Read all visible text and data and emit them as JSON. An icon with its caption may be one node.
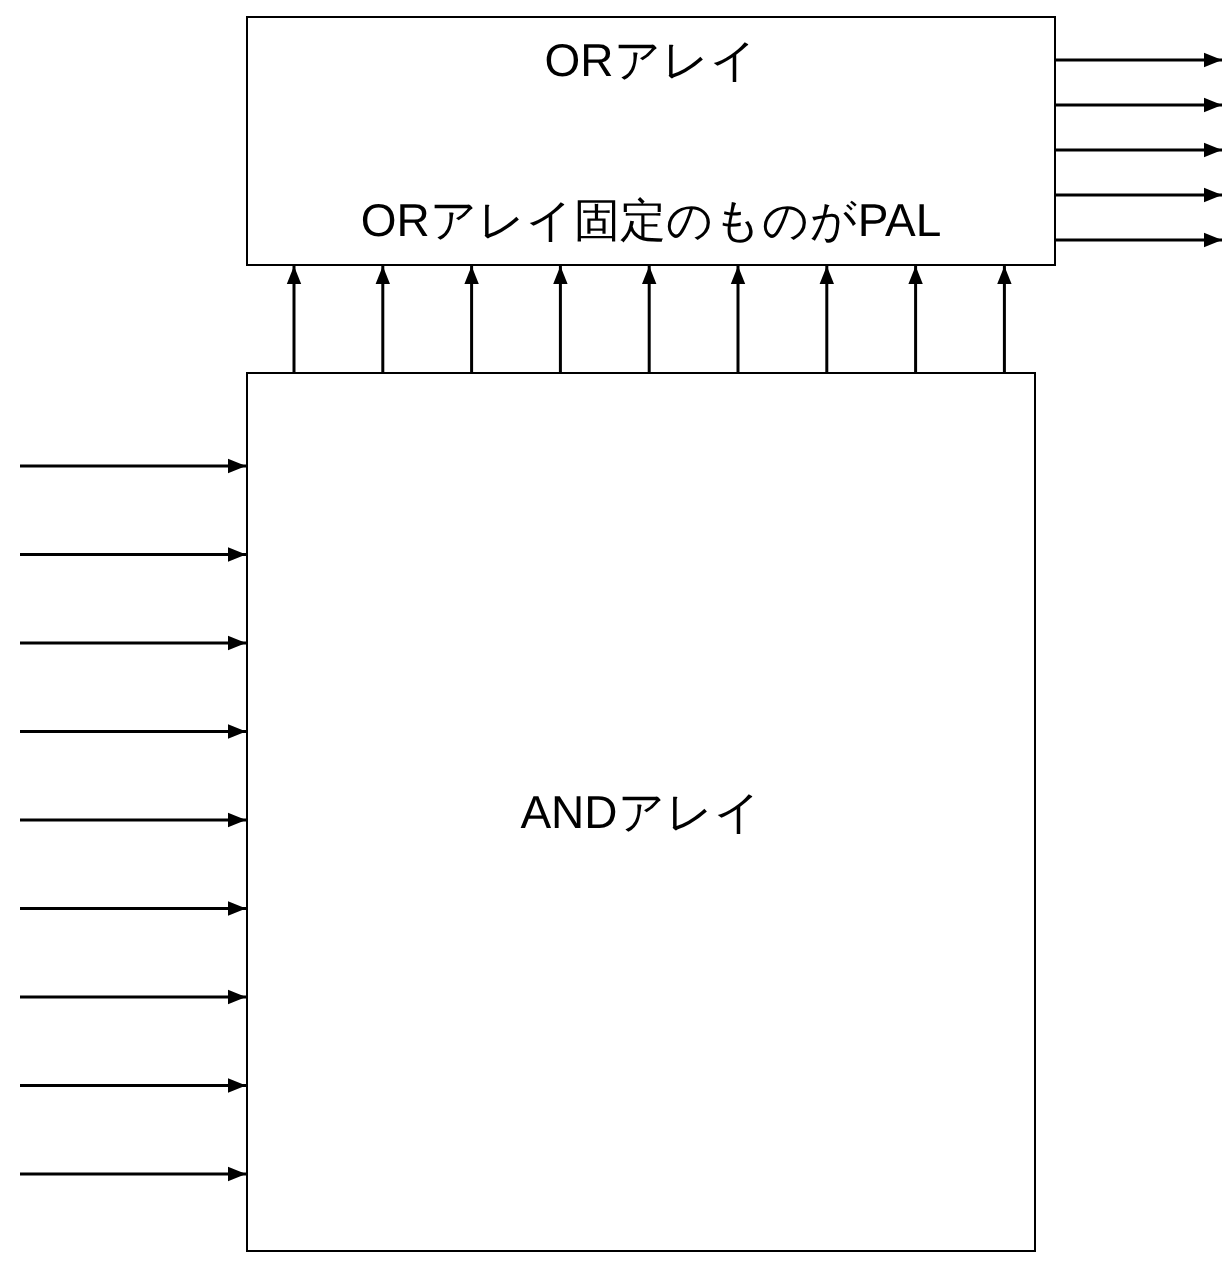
{
  "diagram": {
    "nodes": [
      {
        "text": [
          "ORアレイ",
          "ORアレイ固定のものがPAL"
        ]
      },
      {
        "text": [
          "ANDアレイ"
        ]
      }
    ],
    "edges": [
      {
        "from": 1,
        "to": 0,
        "arrow": "to"
      },
      {
        "from": 1,
        "to": 0,
        "arrow": "to"
      },
      {
        "from": 1,
        "to": 0,
        "arrow": "to"
      },
      {
        "from": 1,
        "to": 0,
        "arrow": "to"
      },
      {
        "from": 1,
        "to": 0,
        "arrow": "to"
      },
      {
        "from": 1,
        "to": 0,
        "arrow": "to"
      },
      {
        "from": 1,
        "to": 0,
        "arrow": "to"
      },
      {
        "from": 1,
        "to": 0,
        "arrow": "to"
      },
      {
        "from": 1,
        "to": 0,
        "arrow": "to"
      },
      {
        "from": null,
        "to": 1,
        "arrow": "to"
      },
      {
        "from": null,
        "to": 1,
        "arrow": "to"
      },
      {
        "from": null,
        "to": 1,
        "arrow": "to"
      },
      {
        "from": null,
        "to": 1,
        "arrow": "to"
      },
      {
        "from": null,
        "to": 1,
        "arrow": "to"
      },
      {
        "from": null,
        "to": 1,
        "arrow": "to"
      },
      {
        "from": null,
        "to": 1,
        "arrow": "to"
      },
      {
        "from": null,
        "to": 1,
        "arrow": "to"
      },
      {
        "from": null,
        "to": 1,
        "arrow": "to"
      },
      {
        "from": 0,
        "to": null,
        "arrow": "to"
      },
      {
        "from": 0,
        "to": null,
        "arrow": "to"
      },
      {
        "from": 0,
        "to": null,
        "arrow": "to"
      },
      {
        "from": 0,
        "to": null,
        "arrow": "to"
      },
      {
        "from": 0,
        "to": null,
        "arrow": "to"
      }
    ]
  }
}
